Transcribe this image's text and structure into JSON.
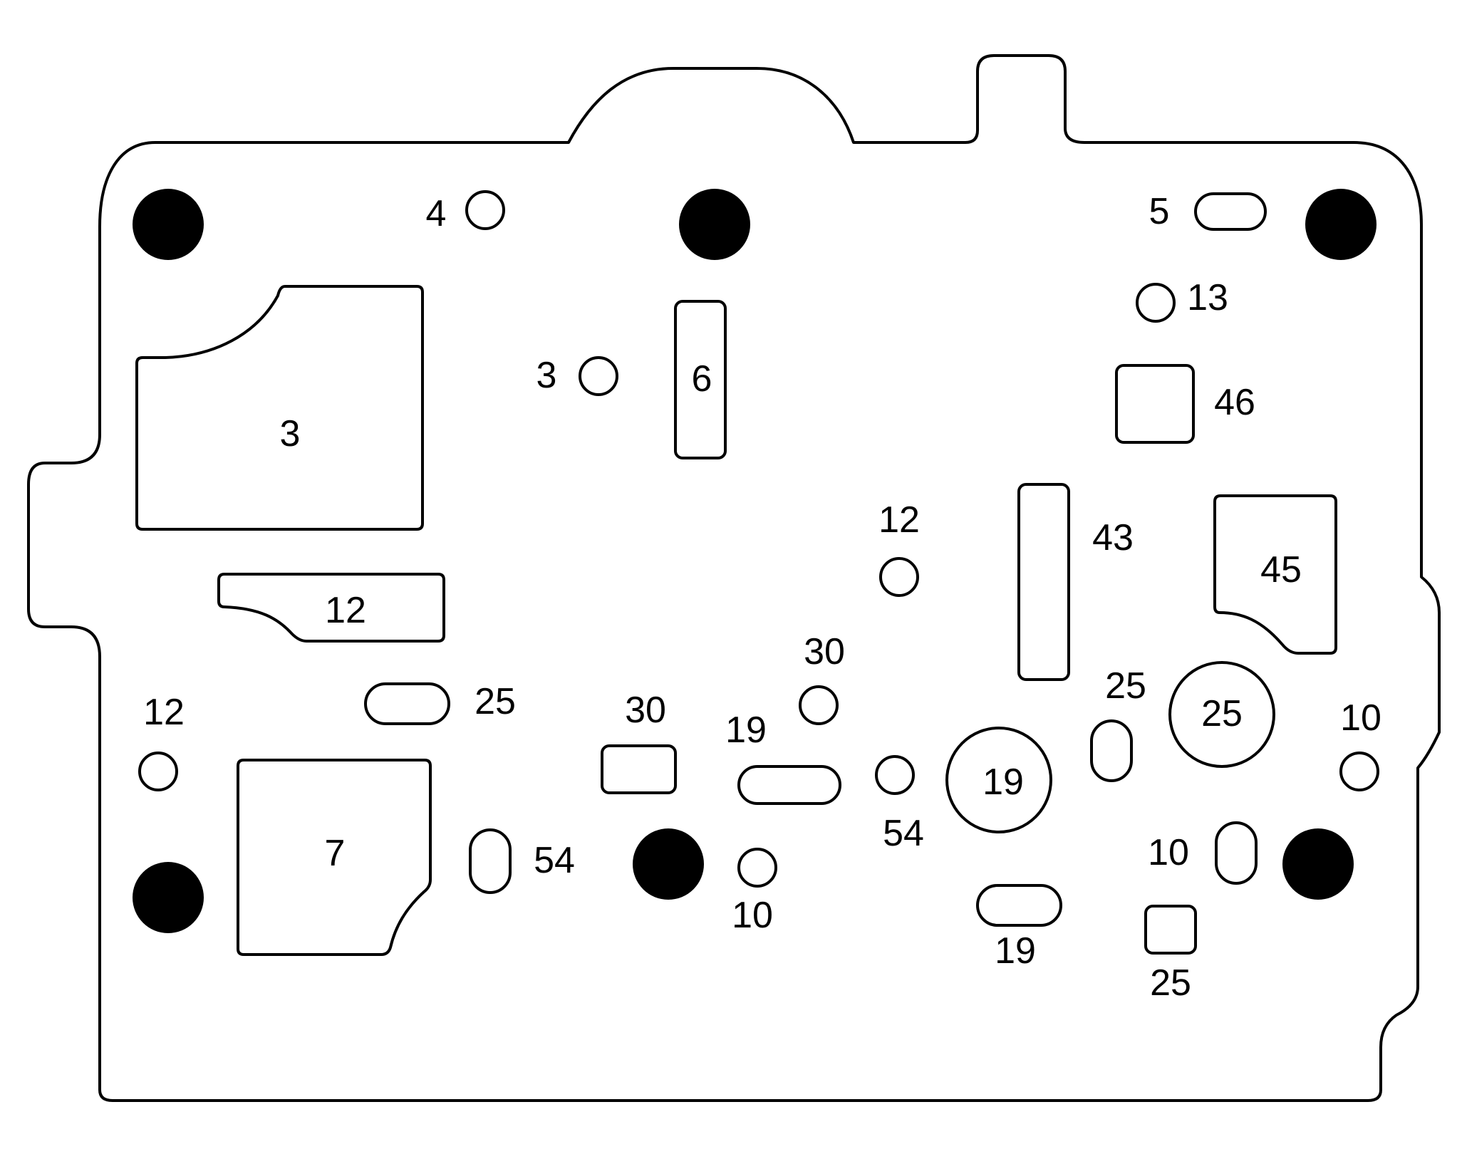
{
  "colors": {
    "ink": "#000000",
    "background": "#ffffff"
  },
  "labels": {
    "p4": "4",
    "p5": "5",
    "p13": "13",
    "p3_small": "3",
    "p3_large": "3",
    "p6": "6",
    "p46": "46",
    "p12_right": "12",
    "p43": "43",
    "p45": "45",
    "p12_slot": "12",
    "p30_top": "30",
    "p25_left": "25",
    "p25_small": "25",
    "p25_large": "25",
    "p10_right": "10",
    "p12_left": "12",
    "p30_mid": "30",
    "p19_top": "19",
    "p19_large": "19",
    "p54_mid": "54",
    "p7": "7",
    "p54_left": "54",
    "p10_oval": "10",
    "p10_bottom": "10",
    "p19_bottom": "19",
    "p25_bottom": "25"
  }
}
